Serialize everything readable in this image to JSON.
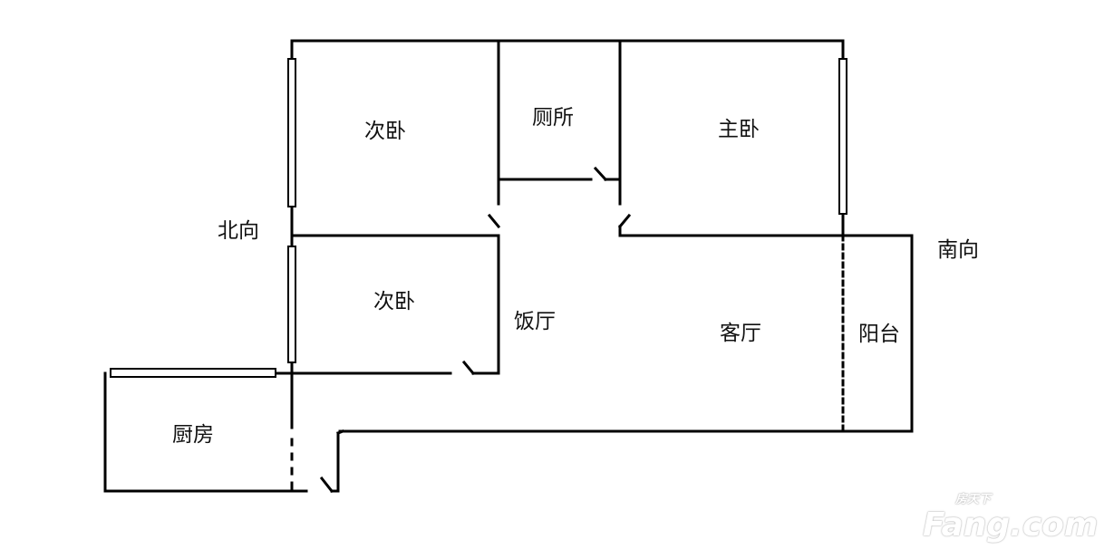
{
  "rooms": {
    "second_bedroom_top": "次卧",
    "toilet": "厕所",
    "master_bedroom": "主卧",
    "second_bedroom_bottom": "次卧",
    "dining_room": "饭厅",
    "living_room": "客厅",
    "balcony": "阳台",
    "kitchen": "厨房"
  },
  "orientation": {
    "north": "北向",
    "south": "南向"
  },
  "watermark": {
    "brand": "Fang.com",
    "chinese": "房天下"
  }
}
